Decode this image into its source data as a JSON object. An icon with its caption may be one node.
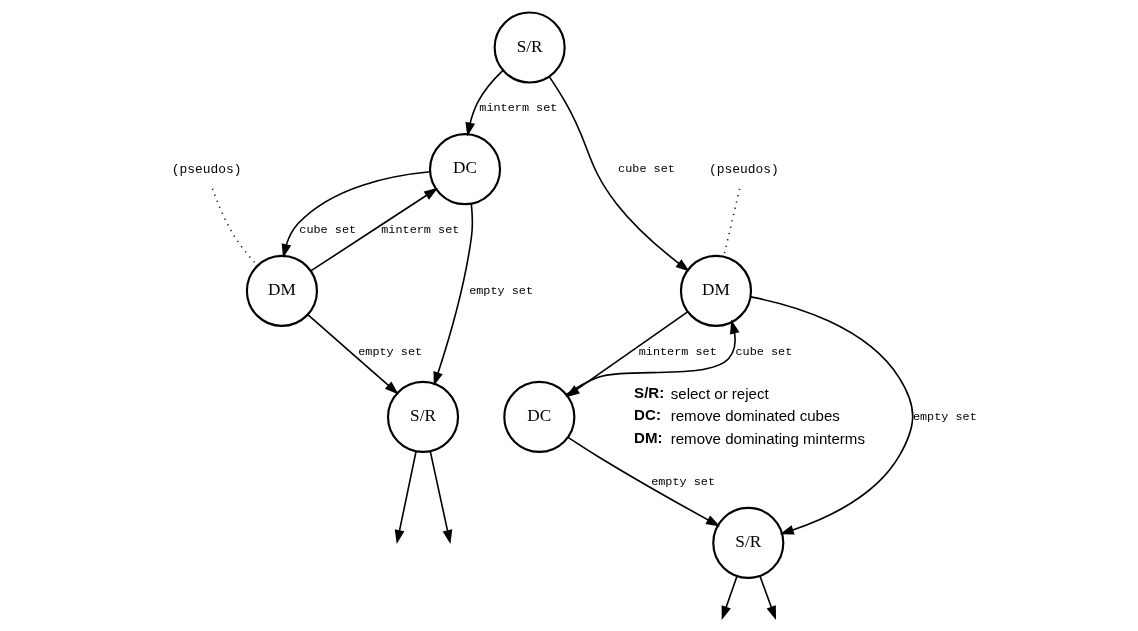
{
  "diagram": {
    "nodes": [
      {
        "text": [
          "S/R"
        ]
      },
      {
        "text": [
          "DC"
        ]
      },
      {
        "text": [
          "DM"
        ]
      },
      {
        "text": [
          "S/R"
        ]
      },
      {
        "text": [
          "DM"
        ]
      },
      {
        "text": [
          "DC"
        ]
      },
      {
        "text": [
          "S/R"
        ]
      },
      {
        "text": [
          "(pseudos)"
        ]
      },
      {
        "text": [
          "(pseudos)"
        ]
      }
    ],
    "edges": [
      {
        "from": 0,
        "to": 1,
        "arrow": "to",
        "label": "minterm set"
      },
      {
        "from": 0,
        "to": 4,
        "arrow": "to",
        "label": "cube set"
      },
      {
        "from": 2,
        "to": 1,
        "arrow": "to",
        "label": "minterm set"
      },
      {
        "from": 1,
        "to": 2,
        "arrow": "to",
        "label": "cube set"
      },
      {
        "from": 1,
        "to": 3,
        "arrow": "to",
        "label": "empty set"
      },
      {
        "from": 2,
        "to": 3,
        "arrow": "to",
        "label": "empty set"
      },
      {
        "from": 4,
        "to": 5,
        "arrow": "to",
        "label": "minterm set"
      },
      {
        "from": 5,
        "to": 4,
        "arrow": "to",
        "label": "cube set"
      },
      {
        "from": 4,
        "to": 6,
        "arrow": "to",
        "label": "empty set"
      },
      {
        "from": 5,
        "to": 6,
        "arrow": "to",
        "label": "empty set"
      },
      {
        "from": 3,
        "to": null,
        "arrow": "to"
      },
      {
        "from": 3,
        "to": null,
        "arrow": "to"
      },
      {
        "from": 6,
        "to": null,
        "arrow": "to"
      },
      {
        "from": 6,
        "to": null,
        "arrow": "to"
      },
      {
        "from": 7,
        "to": 4,
        "arrow": "none",
        "style": "dashed"
      },
      {
        "from": 8,
        "to": 2,
        "arrow": "none",
        "style": "dashed"
      }
    ],
    "labels": [
      "S/R:",
      "select or reject",
      "DC:",
      "remove dominated cubes",
      "DM:",
      "remove dominating minterms"
    ]
  }
}
